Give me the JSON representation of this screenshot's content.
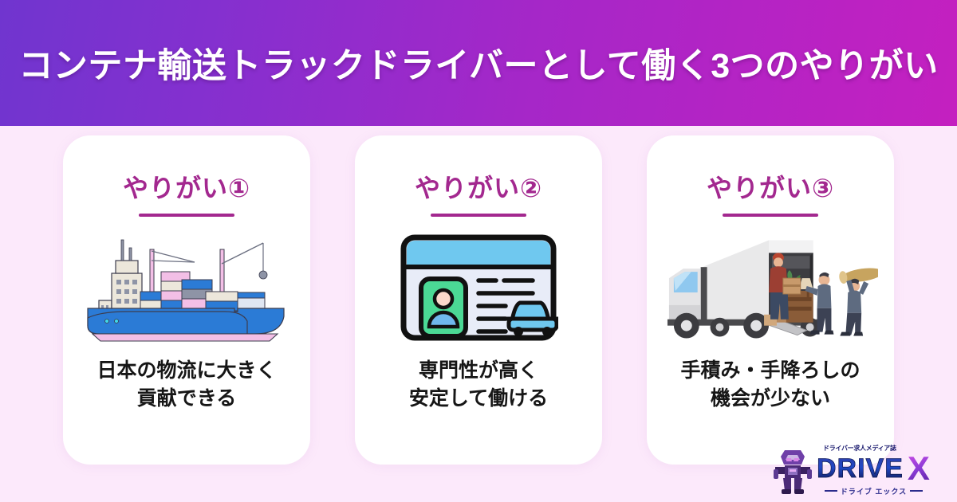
{
  "header": {
    "title": "コンテナ輸送トラックドライバーとして働く3つのやりがい",
    "gradient_from": "#7035cf",
    "gradient_to": "#c420c0"
  },
  "background_color": "#fce9fb",
  "card_color": "#ffffff",
  "accent_color": "#a3288f",
  "cards": [
    {
      "title": "やりがい①",
      "caption": "日本の物流に大きく\n貢献できる",
      "illustration": "container-ship-icon"
    },
    {
      "title": "やりがい②",
      "caption": "専門性が高く\n安定して働ける",
      "illustration": "drivers-license-card-icon"
    },
    {
      "title": "やりがい③",
      "caption": "手積み・手降ろしの\n機会が少ない",
      "illustration": "moving-truck-loading-icon"
    }
  ],
  "logo": {
    "tagline": "ドライバー求人メディア誌",
    "name_main": "DRIVE",
    "name_x": "X",
    "subtitle": "ドライブ エックス",
    "mascot": "robot-mascot-icon"
  }
}
